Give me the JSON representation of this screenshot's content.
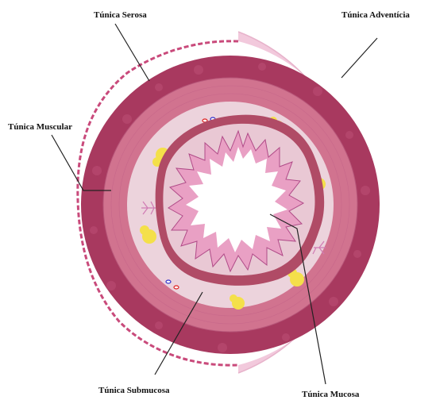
{
  "labels": {
    "serosa": "Túnica Serosa",
    "adventicia": "Túnica Adventícia",
    "muscular": "Túnica Muscular",
    "submucosa": "Túnica Submucosa",
    "mucosa": "Túnica Mucosa"
  },
  "colors": {
    "adventitia": "#f2c9dc",
    "serosa_edge": "#c94a7b",
    "outer_muscle": "#a8395f",
    "inner_muscle": "#d1738f",
    "submucosa": "#ecd3dc",
    "muscularis_mucosae": "#b04b66",
    "mucosa": "#e9a0c4",
    "lumen": "#ffffff",
    "fat": "#f4e04a",
    "leader": "#222222"
  }
}
